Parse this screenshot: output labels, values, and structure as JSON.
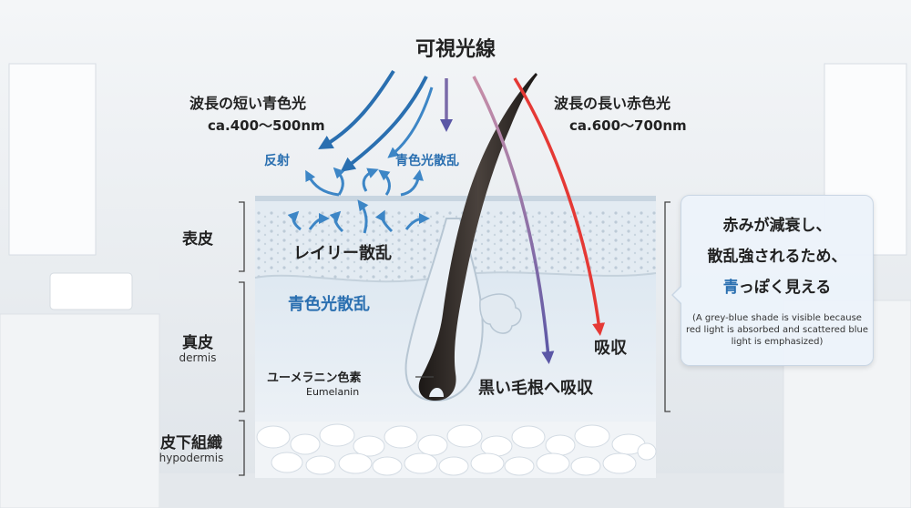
{
  "title": "可視光線",
  "short_wave": {
    "label": "波長の短い青色光",
    "range": "ca.400〜500nm"
  },
  "long_wave": {
    "label": "波長の長い赤色光",
    "range": "ca.600〜700nm"
  },
  "labels": {
    "reflection": "反射",
    "blue_scatter_top": "青色光散乱",
    "rayleigh": "レイリー散乱",
    "blue_scatter_dermis": "青色光散乱",
    "eumelanin_ja": "ユーメラニン色素",
    "eumelanin_en": "Eumelanin",
    "absorb_root": "黒い毛根へ吸収",
    "absorb": "吸収"
  },
  "layers": {
    "epidermis": {
      "ja": "表皮"
    },
    "dermis": {
      "ja": "真皮",
      "en": "dermis"
    },
    "hypodermis": {
      "ja": "皮下組織",
      "en": "hypodermis"
    }
  },
  "callout": {
    "line1": "赤みが減衰し、",
    "line2": "散乱強されるため、",
    "line3_highlight": "青",
    "line3_rest": "っぽく見える",
    "note": "(A grey-blue shade is visible because red light is absorbed and scattered blue light is emphasized)"
  },
  "colors": {
    "blue_light": "#2a6fb0",
    "violet_light": "#7a6aa8",
    "red_light": "#e53935",
    "hair": "#2a2522"
  }
}
